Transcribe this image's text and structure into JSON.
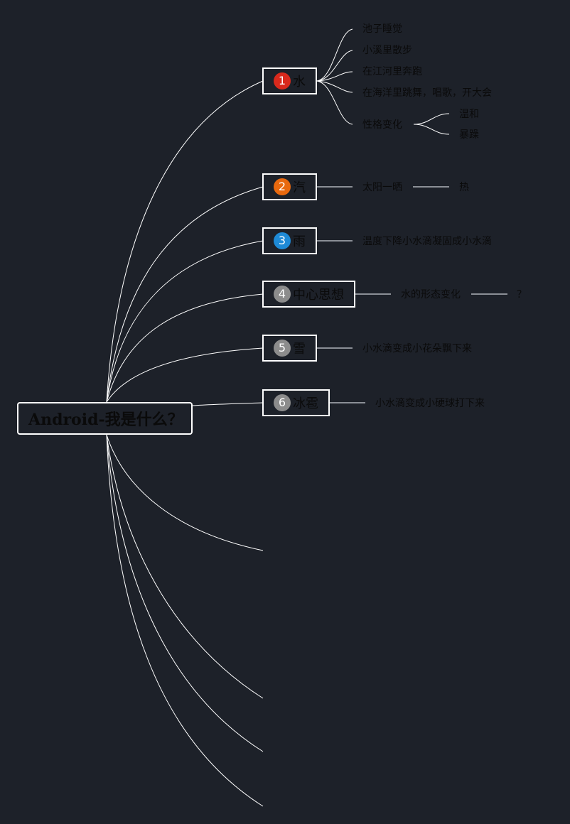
{
  "root": {
    "title": "Android-我是什么？"
  },
  "branches": [
    {
      "num": "1",
      "label": "水",
      "color": "#d9291c",
      "children": [
        "池子睡觉",
        "小溪里散步",
        "在江河里奔跑",
        "在海洋里跳舞，唱歌，开大会",
        "性格变化"
      ],
      "subchildren": [
        "温和",
        "暴躁"
      ]
    },
    {
      "num": "2",
      "label": "汽",
      "color": "#e8690f",
      "children": [
        "太阳一晒"
      ],
      "subchildren": [
        "热"
      ]
    },
    {
      "num": "3",
      "label": "雨",
      "color": "#1e8ad6",
      "children": [
        "温度下降小水滴凝固成小水滴"
      ]
    },
    {
      "num": "4",
      "label": "中心思想",
      "color": "#8c8c8c",
      "children": [
        "水的形态变化"
      ],
      "subchildren": [
        "？"
      ]
    },
    {
      "num": "5",
      "label": "雪",
      "color": "#8c8c8c",
      "children": [
        "小水滴变成小花朵飘下来"
      ]
    },
    {
      "num": "6",
      "label": "冰雹",
      "color": "#8c8c8c",
      "children": [
        "小水滴变成小硬球打下来"
      ]
    }
  ],
  "colors": {
    "background": "#1d2129",
    "line": "#ffffff",
    "branch_line": "#b0b4ba"
  }
}
